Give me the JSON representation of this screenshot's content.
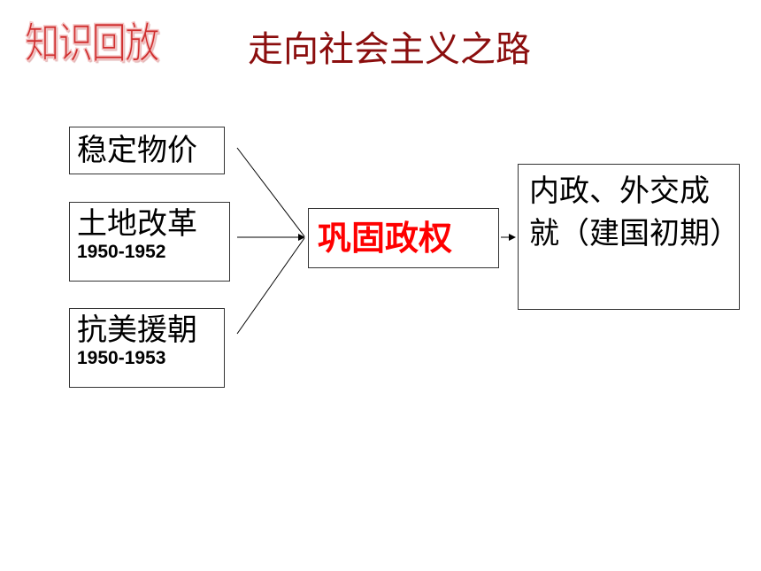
{
  "header": {
    "badge": "知识回放",
    "title": "走向社会主义之路"
  },
  "diagram": {
    "inputs": [
      {
        "label": "稳定物价",
        "dates": ""
      },
      {
        "label": "土地改革",
        "dates": "1950-1952"
      },
      {
        "label": "抗美援朝",
        "dates": "1950-1953"
      }
    ],
    "center": "巩固政权",
    "result": "内政、外交成就（建国初期）",
    "colors": {
      "badge": "#cf2f2f",
      "title": "#8b0e0e",
      "center_text": "#ff0000",
      "border": "#333333"
    }
  }
}
